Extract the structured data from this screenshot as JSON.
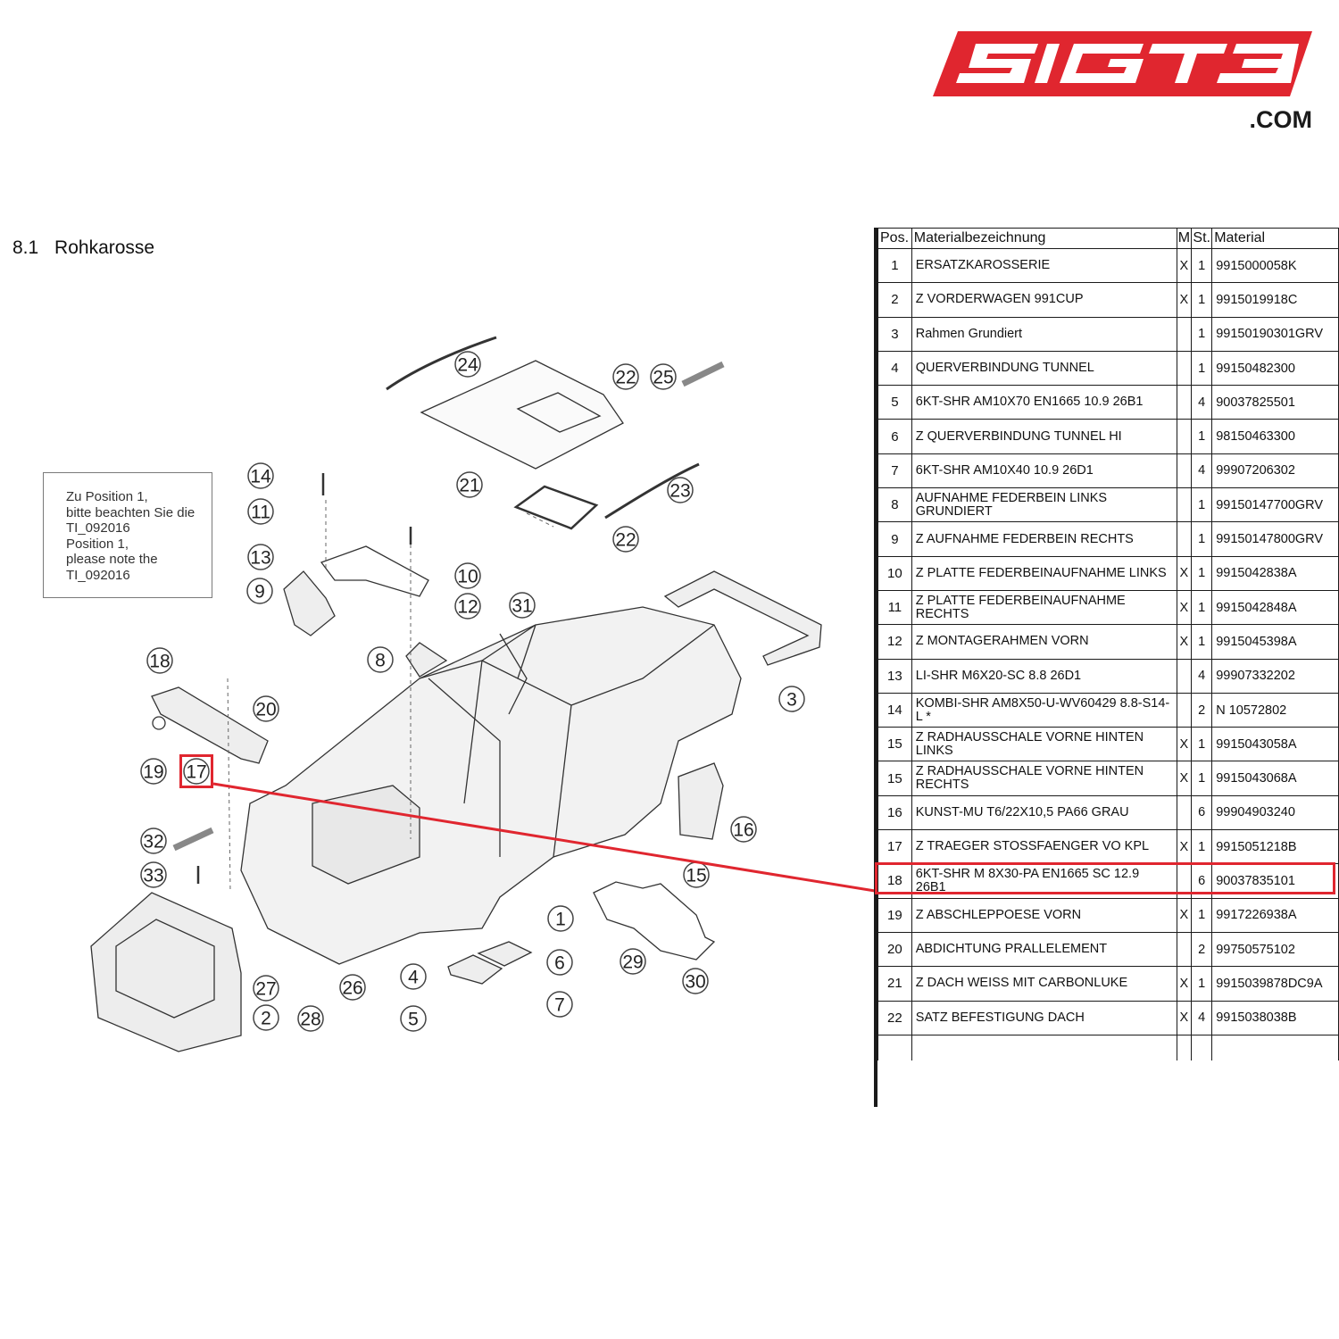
{
  "logo": {
    "text": "SIGT3",
    "suffix": ".COM",
    "brand_color": "#e0262f"
  },
  "section": {
    "number": "8.1",
    "title": "Rohkarosse"
  },
  "note": {
    "lines": [
      "Zu Position 1,",
      "bitte beachten Sie die",
      "TI_092016",
      "Position 1,",
      "please note the",
      "TI_092016"
    ]
  },
  "highlight": {
    "position": "17",
    "color": "#e0262f"
  },
  "table": {
    "headers": {
      "pos": "Pos.",
      "desc": "Materialbezeichnung",
      "m": "M",
      "st": "St.",
      "material": "Material"
    },
    "rows": [
      {
        "pos": "1",
        "desc": "ERSATZKAROSSERIE",
        "m": "X",
        "st": "1",
        "material": "9915000058K"
      },
      {
        "pos": "2",
        "desc": "Z VORDERWAGEN 991CUP",
        "m": "X",
        "st": "1",
        "material": "9915019918C"
      },
      {
        "pos": "3",
        "desc": "Rahmen Grundiert",
        "m": "",
        "st": "1",
        "material": "99150190301GRV"
      },
      {
        "pos": "4",
        "desc": "QUERVERBINDUNG TUNNEL",
        "m": "",
        "st": "1",
        "material": "99150482300"
      },
      {
        "pos": "5",
        "desc": "6KT-SHR AM10X70 EN1665 10.9 26B1",
        "m": "",
        "st": "4",
        "material": "90037825501"
      },
      {
        "pos": "6",
        "desc": "Z QUERVERBINDUNG TUNNEL HI",
        "m": "",
        "st": "1",
        "material": "98150463300"
      },
      {
        "pos": "7",
        "desc": "6KT-SHR AM10X40 10.9 26D1",
        "m": "",
        "st": "4",
        "material": "99907206302"
      },
      {
        "pos": "8",
        "desc": "AUFNAHME FEDERBEIN LINKS GRUNDIERT",
        "m": "",
        "st": "1",
        "material": "99150147700GRV"
      },
      {
        "pos": "9",
        "desc": "Z AUFNAHME FEDERBEIN RECHTS",
        "m": "",
        "st": "1",
        "material": "99150147800GRV"
      },
      {
        "pos": "10",
        "desc": "Z PLATTE FEDERBEINAUFNAHME LINKS",
        "m": "X",
        "st": "1",
        "material": "9915042838A"
      },
      {
        "pos": "11",
        "desc": "Z PLATTE FEDERBEINAUFNAHME RECHTS",
        "m": "X",
        "st": "1",
        "material": "9915042848A"
      },
      {
        "pos": "12",
        "desc": "Z MONTAGERAHMEN VORN",
        "m": "X",
        "st": "1",
        "material": "9915045398A"
      },
      {
        "pos": "13",
        "desc": "LI-SHR M6X20-SC 8.8 26D1",
        "m": "",
        "st": "4",
        "material": "99907332202"
      },
      {
        "pos": "14",
        "desc": "KOMBI-SHR AM8X50-U-WV60429 8.8-S14-L *",
        "m": "",
        "st": "2",
        "material": "N 10572802"
      },
      {
        "pos": "15",
        "desc": "Z RADHAUSSCHALE VORNE HINTEN LINKS",
        "m": "X",
        "st": "1",
        "material": "9915043058A"
      },
      {
        "pos": "15",
        "desc": "Z RADHAUSSCHALE VORNE HINTEN RECHTS",
        "m": "X",
        "st": "1",
        "material": "9915043068A"
      },
      {
        "pos": "16",
        "desc": "KUNST-MU T6/22X10,5 PA66 GRAU",
        "m": "",
        "st": "6",
        "material": "99904903240"
      },
      {
        "pos": "17",
        "desc": "Z TRAEGER STOSSFAENGER VO KPL",
        "m": "X",
        "st": "1",
        "material": "9915051218B"
      },
      {
        "pos": "18",
        "desc": "6KT-SHR M 8X30-PA EN1665 SC 12.9 26B1",
        "m": "",
        "st": "6",
        "material": "90037835101"
      },
      {
        "pos": "19",
        "desc": "Z ABSCHLEPPOESE VORN",
        "m": "X",
        "st": "1",
        "material": "9917226938A"
      },
      {
        "pos": "20",
        "desc": "ABDICHTUNG PRALLELEMENT",
        "m": "",
        "st": "2",
        "material": "99750575102"
      },
      {
        "pos": "21",
        "desc": "Z DACH WEISS MIT CARBONLUKE",
        "m": "X",
        "st": "1",
        "material": "9915039878DC9A"
      },
      {
        "pos": "22",
        "desc": "SATZ BEFESTIGUNG DACH",
        "m": "X",
        "st": "4",
        "material": "9915038038B"
      }
    ]
  },
  "callouts": [
    "1",
    "2",
    "3",
    "4",
    "5",
    "6",
    "7",
    "8",
    "9",
    "10",
    "11",
    "12",
    "13",
    "14",
    "15",
    "16",
    "17",
    "18",
    "19",
    "20",
    "21",
    "22",
    "22",
    "23",
    "24",
    "25",
    "26",
    "27",
    "28",
    "29",
    "30",
    "31",
    "32",
    "33"
  ]
}
